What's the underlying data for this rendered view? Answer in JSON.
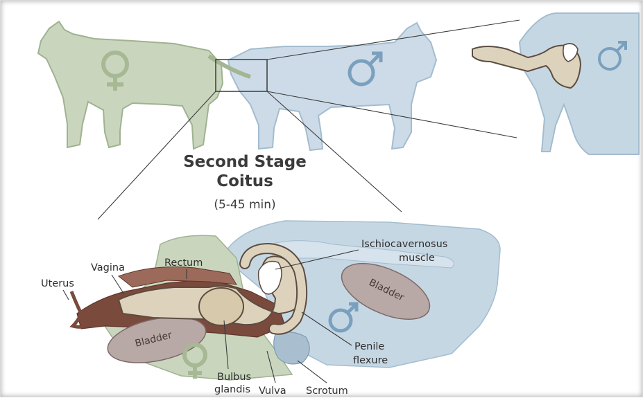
{
  "colors": {
    "female_body": "#c9d6bd",
    "female_outline": "#9fb291",
    "male_body": "#c6d7e4",
    "male_outline": "#a3bccf",
    "female_symbol": "#a7b895",
    "male_symbol": "#7aa0bd",
    "penis_fill": "#ddd3bd",
    "penis_outline": "#5c4c40",
    "tract_dark": "#7a4a3c",
    "organ_fill": "#b8a8a6",
    "label_text": "#2e2e2e"
  },
  "icons": {
    "female": "female-symbol-icon",
    "male": "male-symbol-icon"
  },
  "title": {
    "line1": "Second Stage",
    "line2": "Coitus",
    "duration": "(5-45 min)"
  },
  "labels": {
    "uterus": "Uterus",
    "vagina": "Vagina",
    "rectum": "Rectum",
    "ischio_line1": "Ischiocavernosus",
    "ischio_line2": "muscle",
    "bladder_female": "Bladder",
    "bladder_male": "Bladder",
    "penile_line1": "Penile",
    "penile_line2": "flexure",
    "bulbus_line1": "Bulbus",
    "bulbus_line2": "glandis",
    "vulva": "Vulva",
    "scrotum": "Scrotum"
  }
}
